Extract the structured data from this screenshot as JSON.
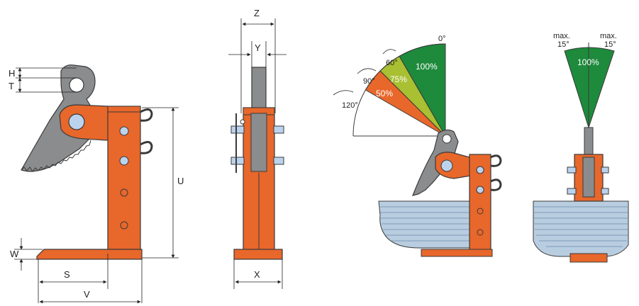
{
  "dimensions": {
    "H": "H",
    "T": "T",
    "U": "U",
    "W": "W",
    "S": "S",
    "V": "V",
    "Z": "Z",
    "Y": "Y",
    "X": "X"
  },
  "angles": {
    "a0": "0°",
    "a60": "60°",
    "a90": "90°",
    "a120": "120°",
    "p100": "100%",
    "p75": "75%",
    "p50": "50%"
  },
  "tilt": {
    "max_left_1": "max.",
    "max_left_2": "15°",
    "max_right_1": "max.",
    "max_right_2": "15°",
    "p100": "100%"
  },
  "colors": {
    "orange": "#E8672A",
    "grey": "#8A8C8E",
    "green": "#1E8A3C",
    "lime": "#A8C032",
    "plate_blue": "#B9CDE0",
    "hole_blue": "#BCD3EE"
  }
}
